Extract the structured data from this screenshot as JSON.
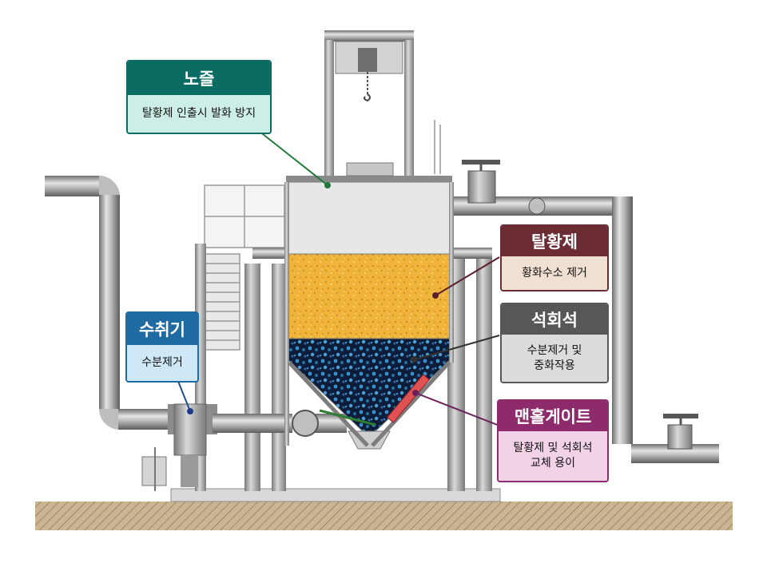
{
  "labels": {
    "nozzle": {
      "title": "노즐",
      "desc": "탈황제 인출시 발화 방지",
      "color": "#0b6c63",
      "bg": "#cdeee6"
    },
    "desulfurizer": {
      "title": "탈황제",
      "desc": "황화수소 제거",
      "color": "#6b2d33",
      "bg": "#f0e0d2"
    },
    "limestone": {
      "title": "석회석",
      "desc_lines": [
        "수분제거 및",
        "중화작용"
      ],
      "color": "#575757",
      "bg": "#dcdcdc"
    },
    "water_trap": {
      "title": "수취기",
      "desc": "수분제거",
      "color": "#1f6aa0",
      "bg": "#cfe8f8"
    },
    "manhole_gate": {
      "title": "맨홀게이트",
      "desc_lines": [
        "탈황제 및 석회석",
        "교체 용이"
      ],
      "color": "#8e2b6c",
      "bg": "#f2d2e6"
    }
  },
  "colors": {
    "desulfurizer_fill": "#f0b43a",
    "limestone_fill": "#1d3a6b",
    "pipe": "#b7b7b7",
    "ground": "#c8b48f"
  }
}
